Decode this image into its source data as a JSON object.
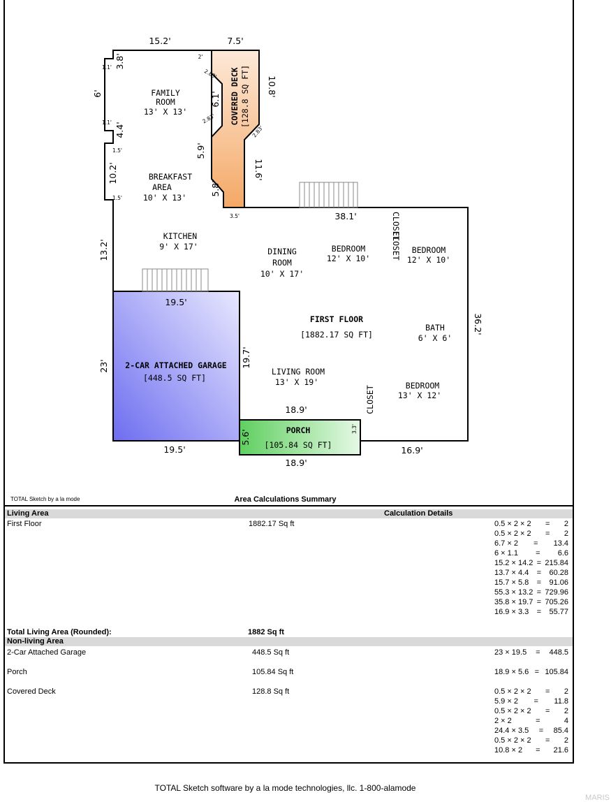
{
  "plan": {
    "rooms": {
      "family_name": "FAMILY",
      "family_name2": "ROOM",
      "family_size": "13' X 13'",
      "breakfast_name": "BREAKFAST",
      "breakfast_name2": "AREA",
      "breakfast_size": "10' X 13'",
      "kitchen_name": "KITCHEN",
      "kitchen_size": "9' X 17'",
      "dining_name": "DINING",
      "dining_name2": "ROOM",
      "dining_size": "10' X 17'",
      "bedroom1_name": "BEDROOM",
      "bedroom1_size": "12' X 10'",
      "bedroom2_name": "BEDROOM",
      "bedroom2_size": "12' X 10'",
      "first_floor_name": "FIRST FLOOR",
      "first_floor_area": "[1882.17 SQ FT]",
      "bath_name": "BATH",
      "bath_size": "6' X 6'",
      "living_name": "LIVING ROOM",
      "living_size": "13' X 19'",
      "bedroom3_name": "BEDROOM",
      "bedroom3_size": "13' X 12'",
      "closet1": "CLOSET",
      "closet2": "CLOSET",
      "closet3": "CLOSET",
      "garage_name": "2-CAR ATTACHED GARAGE",
      "garage_area": "[448.5 SQ FT]",
      "porch_name": "PORCH",
      "porch_area": "[105.84 SQ FT]",
      "deck_name": "COVERED DECK",
      "deck_area": "[128.8 SQ FT]"
    },
    "dims": {
      "top_family": "15.2'",
      "top_deck": "7.5'",
      "deck_right": "10.8'",
      "deck_right2": "11.6'",
      "deck_left_a": "6.1'",
      "deck_left_b": "5.9'",
      "deck_left_c": "5.8'",
      "deck_bottom": "3.5'",
      "deck_small_a": "2'",
      "deck_small_b": "2.83'",
      "deck_small_c": "2.83'",
      "deck_small_d": "2.83'",
      "fam_left_a": "3.8'",
      "fam_left_b": "1.1'",
      "fam_left_c": "6'",
      "fam_left_d": "1.1'",
      "fam_left_e": "4.4'",
      "fam_left_f": "1.5'",
      "fam_left_g": "10.2'",
      "fam_left_h": "1.5'",
      "kitchen_left": "13.2'",
      "main_top": "38.1'",
      "main_right": "36.2'",
      "garage_top": "19.5'",
      "garage_left": "23'",
      "garage_right": "19.7'",
      "garage_bottom": "19.5'",
      "porch_top": "18.9'",
      "porch_bottom": "18.9'",
      "porch_left": "5.6'",
      "porch_right": "3.3'",
      "right_bottom": "16.9'"
    },
    "colors": {
      "garage_fill": "#7b7bf0",
      "porch_fill": "#6fd66f",
      "deck_fill": "#f6b785"
    }
  },
  "credit_small": "TOTAL Sketch by a la mode",
  "summary_title": "Area Calculations Summary",
  "living_area": {
    "heading": "Living Area",
    "calc_heading": "Calculation Details",
    "rows": [
      {
        "name": "First Floor",
        "area": "1882.17 Sq ft",
        "calcs": [
          {
            "expr": "0.5 × 2 × 2",
            "eq": "=",
            "res": "2"
          },
          {
            "expr": "0.5 × 2 × 2",
            "eq": "=",
            "res": "2"
          },
          {
            "expr": "6.7 × 2",
            "eq": "=",
            "res": "13.4"
          },
          {
            "expr": "6 × 1.1",
            "eq": "=",
            "res": "6.6"
          },
          {
            "expr": "15.2 × 14.2",
            "eq": "=",
            "res": "215.84"
          },
          {
            "expr": "13.7 × 4.4",
            "eq": "=",
            "res": "60.28"
          },
          {
            "expr": "15.7 × 5.8",
            "eq": "=",
            "res": "91.06"
          },
          {
            "expr": "55.3 × 13.2",
            "eq": "=",
            "res": "729.96"
          },
          {
            "expr": "35.8 × 19.7",
            "eq": "=",
            "res": "705.26"
          },
          {
            "expr": "16.9 × 3.3",
            "eq": "=",
            "res": "55.77"
          }
        ]
      }
    ],
    "total_label": "Total Living Area (Rounded):",
    "total_value": "1882 Sq ft"
  },
  "non_living_area": {
    "heading": "Non-living Area",
    "rows": [
      {
        "name": "2-Car Attached Garage",
        "area": "448.5 Sq ft",
        "calcs": [
          {
            "expr": "23 × 19.5",
            "eq": "=",
            "res": "448.5"
          }
        ]
      },
      {
        "name": "Porch",
        "area": "105.84 Sq ft",
        "calcs": [
          {
            "expr": "18.9 × 5.6",
            "eq": "=",
            "res": "105.84"
          }
        ]
      },
      {
        "name": "Covered Deck",
        "area": "128.8 Sq ft",
        "calcs": [
          {
            "expr": "0.5 × 2 × 2",
            "eq": "=",
            "res": "2"
          },
          {
            "expr": "5.9 × 2",
            "eq": "=",
            "res": "11.8"
          },
          {
            "expr": "0.5 × 2 × 2",
            "eq": "=",
            "res": "2"
          },
          {
            "expr": "2 × 2",
            "eq": "=",
            "res": "4"
          },
          {
            "expr": "24.4 × 3.5",
            "eq": "=",
            "res": "85.4"
          },
          {
            "expr": "0.5 × 2 × 2",
            "eq": "=",
            "res": "2"
          },
          {
            "expr": "10.8 × 2",
            "eq": "=",
            "res": "21.6"
          }
        ]
      }
    ]
  },
  "footer": "TOTAL Sketch software by a la mode technologies, llc. 1-800-alamode",
  "watermark": "MARIS"
}
